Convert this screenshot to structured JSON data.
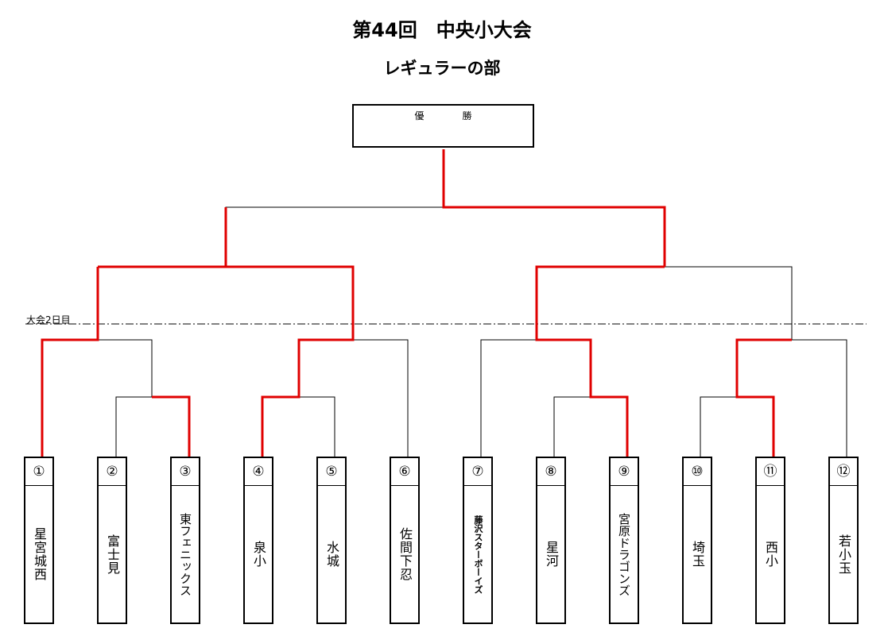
{
  "header": {
    "title": "第44回　中央小大会",
    "subtitle": "レギュラーの部"
  },
  "champion": {
    "label": "優　勝"
  },
  "day2_label": "大会2日目",
  "colors": {
    "winner_line": "#e00000",
    "line": "#000000"
  },
  "teams": [
    {
      "seed": "①",
      "name": "星宮城西"
    },
    {
      "seed": "②",
      "name": "富士見"
    },
    {
      "seed": "③",
      "name": "東フェニックス"
    },
    {
      "seed": "④",
      "name": "泉小"
    },
    {
      "seed": "⑤",
      "name": "水城"
    },
    {
      "seed": "⑥",
      "name": "佐間下忍"
    },
    {
      "seed": "⑦",
      "name": "藤沢スターボーイズ"
    },
    {
      "seed": "⑧",
      "name": "星河"
    },
    {
      "seed": "⑨",
      "name": "宮原ドラゴンズ"
    },
    {
      "seed": "⑩",
      "name": "埼玉"
    },
    {
      "seed": "⑪",
      "name": "西小"
    },
    {
      "seed": "⑫",
      "name": "若小玉"
    }
  ]
}
